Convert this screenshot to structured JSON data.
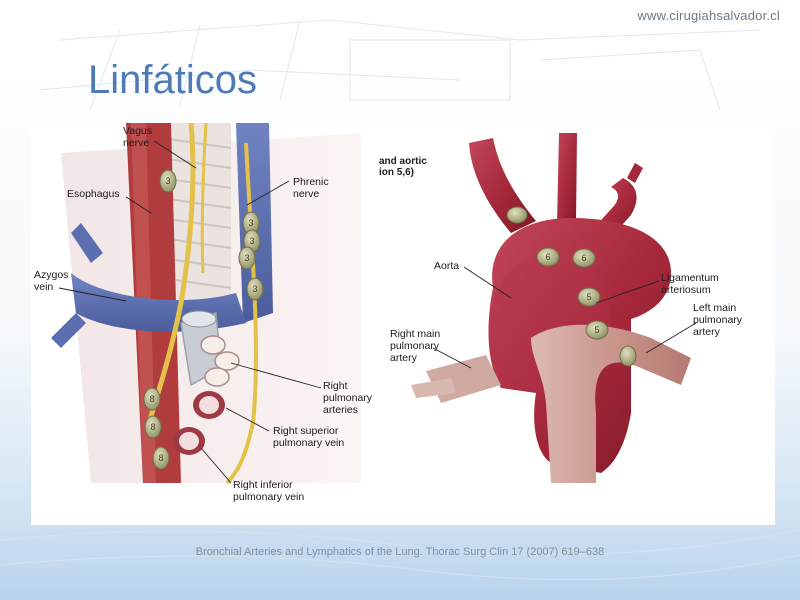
{
  "header": {
    "site_url": "www.cirugiahsalvador.cl",
    "title": "Linfáticos"
  },
  "figure_left": {
    "labels": {
      "vagus": [
        "Vagus",
        "nerve"
      ],
      "esophagus": [
        "Esophagus"
      ],
      "phrenic": [
        "Phrenic",
        "nerve"
      ],
      "azygos": [
        "Azygos",
        "vein"
      ],
      "right_pulmonary_arteries": [
        "Right",
        "pulmonary",
        "arteries"
      ],
      "right_superior_pv": [
        "Right superior",
        "pulmonary vein"
      ],
      "right_inferior_pv": [
        "Right inferior",
        "pulmonary vein"
      ]
    },
    "node_numbers": [
      "3",
      "3",
      "3",
      "3",
      "3",
      "8",
      "8",
      "8"
    ]
  },
  "figure_right": {
    "labels": {
      "cropped_heading": [
        "and aortic",
        "ion 5,6)"
      ],
      "aorta": [
        "Aorta"
      ],
      "ligamentum": [
        "Ligamentum",
        "arteriosum"
      ],
      "left_main_pa": [
        "Left main",
        "pulmonary",
        "artery"
      ],
      "right_main_pa": [
        "Right main",
        "pulmonary",
        "artery"
      ]
    },
    "node_numbers": [
      "6",
      "6",
      "5",
      "5"
    ]
  },
  "caption": "Bronchial Arteries and Lymphatics of the Lung. Thorac Surg Clin 17 (2007) 619–638",
  "colors": {
    "title": "#4f79b8",
    "artery": "#a5283a",
    "vein": "#5b6fb0",
    "nerve": "#e2c24a",
    "node": "#b6b68a"
  }
}
